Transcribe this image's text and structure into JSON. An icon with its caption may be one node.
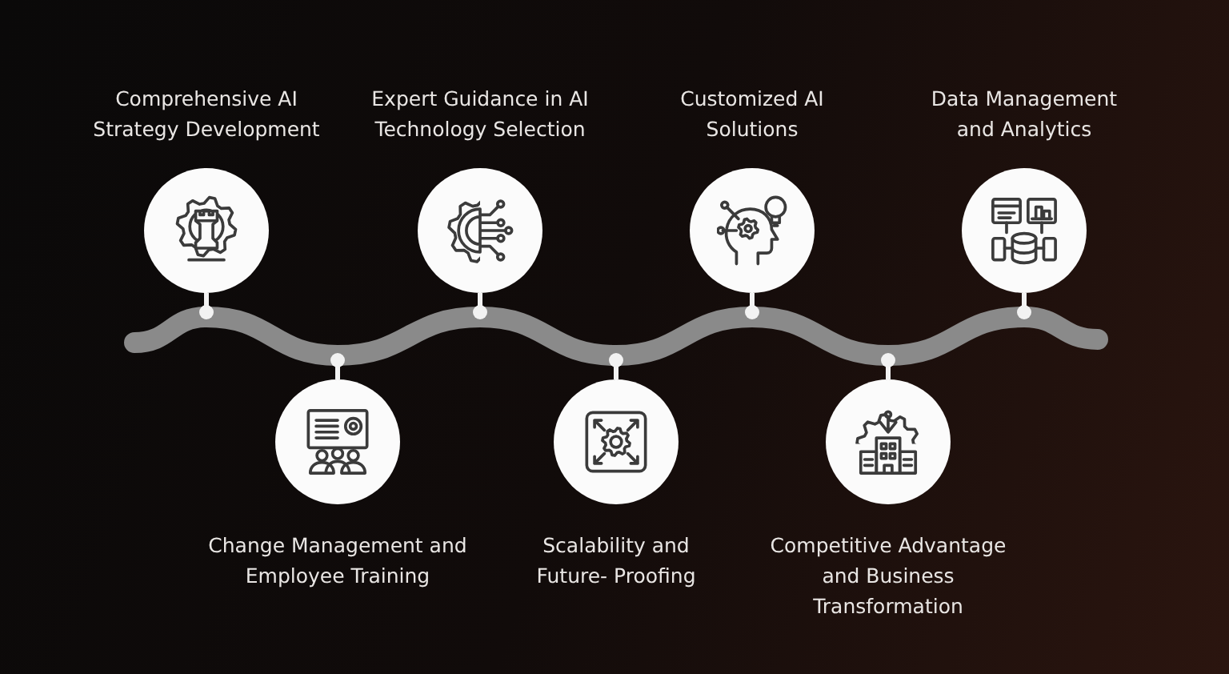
{
  "diagram": {
    "nodes": [
      {
        "text": [
          "Comprehensive AI Strategy Development"
        ]
      },
      {
        "text": [
          "Change Management and Employee Training"
        ]
      },
      {
        "text": [
          "Expert Guidance in AI Technology Selection"
        ]
      },
      {
        "text": [
          "Scalability and Future- Proofing"
        ]
      },
      {
        "text": [
          "Customized AI Solutions"
        ]
      },
      {
        "text": [
          "Competitive Advantage and Business Transformation"
        ]
      },
      {
        "text": [
          "Data Management and Analytics"
        ]
      }
    ]
  }
}
